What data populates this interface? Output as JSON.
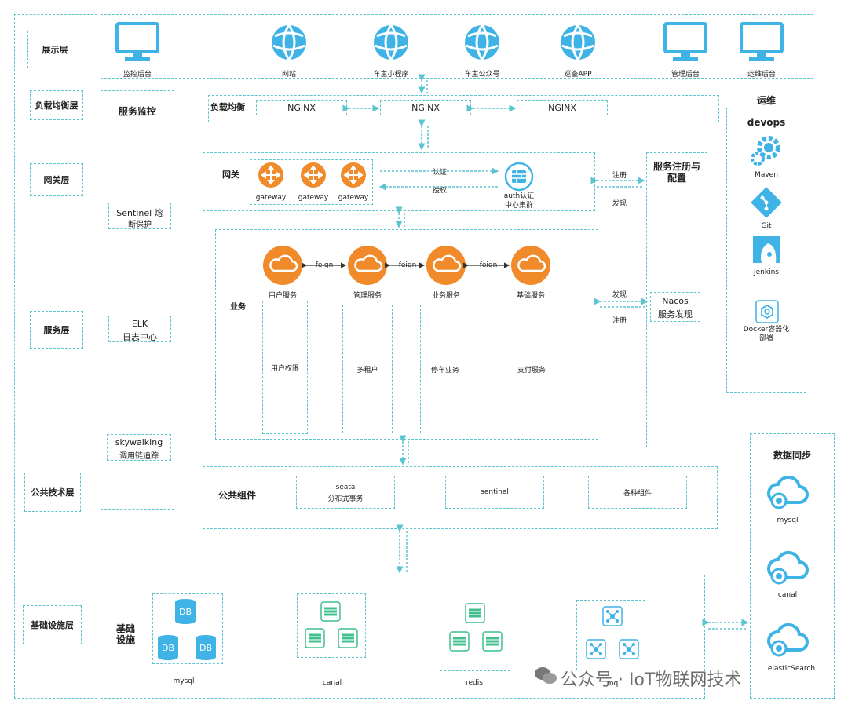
{
  "layers": [
    "展示层",
    "负载均衡层",
    "网关层",
    "服务层",
    "公共技术层",
    "基础设施层"
  ],
  "display": {
    "items": [
      "监控后台",
      "网站",
      "车主小程序",
      "车主公众号",
      "巡查APP",
      "管理后台",
      "运维后台"
    ]
  },
  "monitor": {
    "title": "服务监控",
    "sentinel": [
      "Sentinel 熔",
      "断保护"
    ],
    "elk": [
      "ELK",
      "日志中心"
    ],
    "sky": [
      "skywalking",
      "调用链追踪"
    ]
  },
  "lb": {
    "title": "负载均衡",
    "nodes": [
      "NGINX",
      "NGINX",
      "NGINX"
    ]
  },
  "gateway": {
    "title": "网关",
    "nodes": [
      "gateway",
      "gateway",
      "gateway"
    ],
    "auth_label": "认证",
    "authz_label": "授权",
    "auth_center": [
      "auth认证",
      "中心集群"
    ]
  },
  "register": {
    "title": [
      "服务注册与",
      "配置"
    ],
    "reg": "注册",
    "disc": "发现",
    "nacos": [
      "Nacos",
      "服务发现"
    ],
    "disc2": "发现",
    "reg2": "注册"
  },
  "business": {
    "title": "业务",
    "services": [
      "用户服务",
      "管理服务",
      "业务服务",
      "基础服务"
    ],
    "feign": [
      "feign",
      "feign",
      "feign"
    ],
    "modules": [
      "用户权限",
      "多租户",
      "停车业务",
      "支付服务"
    ]
  },
  "common": {
    "title": "公共组件",
    "items": [
      [
        "seata",
        "分布式事务"
      ],
      [
        "sentinel"
      ],
      [
        "各种组件"
      ]
    ]
  },
  "infra": {
    "title": [
      "基础",
      "设施"
    ],
    "items": [
      "mysql",
      "canal",
      "redis",
      "mq"
    ],
    "db": "DB"
  },
  "ops": {
    "title": "运维",
    "devops": "devops",
    "tools": [
      "Maven",
      "Git",
      "Jenkins",
      "Docker容器化",
      "部署"
    ]
  },
  "sync": {
    "title": "数据同步",
    "items": [
      "mysql",
      "canal",
      "elasticSearch"
    ]
  },
  "watermark": "公众号 · IoT物联网技术",
  "colors": {
    "accent": "#3fb3e6",
    "orange": "#f08a2b",
    "green": "#3fc08e",
    "border": "#5bc4cf"
  }
}
